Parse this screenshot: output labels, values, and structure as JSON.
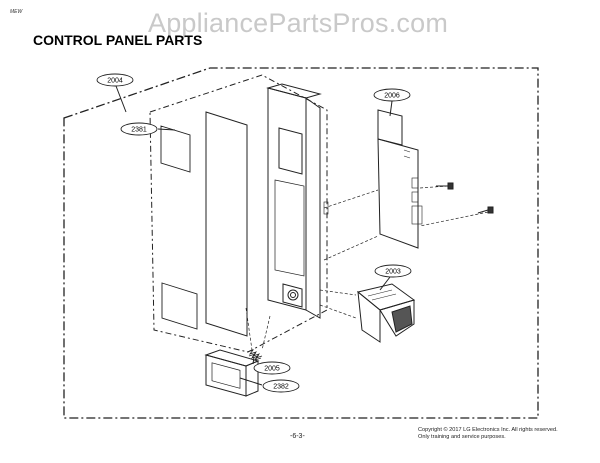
{
  "header": {
    "doc_code": "MEW",
    "watermark": "AppliancePartsPros.com",
    "title": "CONTROL PANEL PARTS"
  },
  "callouts": [
    {
      "id": "2004",
      "label": "2004"
    },
    {
      "id": "2381",
      "label": "2381"
    },
    {
      "id": "2006",
      "label": "2006"
    },
    {
      "id": "2003",
      "label": "2003"
    },
    {
      "id": "2005",
      "label": "2005"
    },
    {
      "id": "2382",
      "label": "2382"
    }
  ],
  "footer": {
    "page_number": "-6-3-",
    "copyright_line1": "Copyright © 2017 LG Electronics Inc. All rights reserved.",
    "copyright_line2": "Only training and service purposes."
  },
  "colors": {
    "line": "#222222",
    "watermark": "#c9c9c9",
    "background": "#ffffff"
  }
}
